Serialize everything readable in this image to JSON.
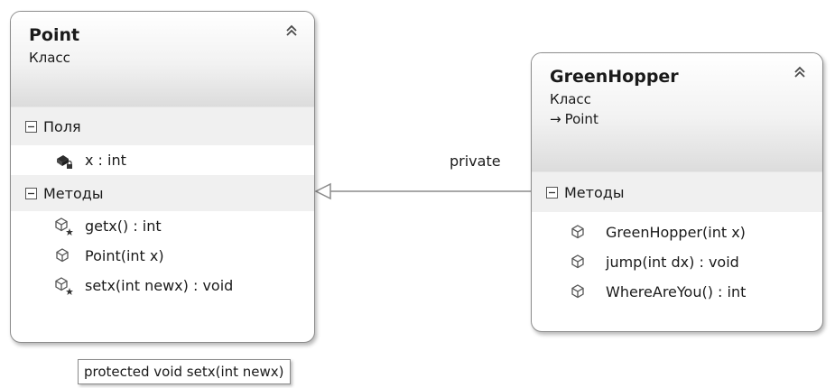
{
  "classes": {
    "point": {
      "name": "Point",
      "kind": "Класс",
      "sections": {
        "fields": {
          "title": "Поля",
          "items": [
            {
              "label": "x : int",
              "icon": "private-field-icon"
            }
          ]
        },
        "methods": {
          "title": "Методы",
          "items": [
            {
              "label": "getx() : int",
              "icon": "protected-method-icon"
            },
            {
              "label": "Point(int x)",
              "icon": "method-icon"
            },
            {
              "label": "setx(int newx) : void",
              "icon": "protected-method-icon"
            }
          ]
        }
      }
    },
    "greenhopper": {
      "name": "GreenHopper",
      "kind": "Класс",
      "base": "Point",
      "sections": {
        "methods": {
          "title": "Методы",
          "items": [
            {
              "label": "GreenHopper(int x)",
              "icon": "method-icon"
            },
            {
              "label": "jump(int dx) : void",
              "icon": "method-icon"
            },
            {
              "label": "WhereAreYou() : int",
              "icon": "method-icon"
            }
          ]
        }
      }
    }
  },
  "relationship": {
    "label": "private",
    "type": "inheritance"
  },
  "tooltip": {
    "text": "protected void setx(int newx)"
  },
  "colors": {
    "line": "#8c8c8c",
    "section_bg": "#f0f0f0",
    "icon_stroke": "#555555"
  }
}
